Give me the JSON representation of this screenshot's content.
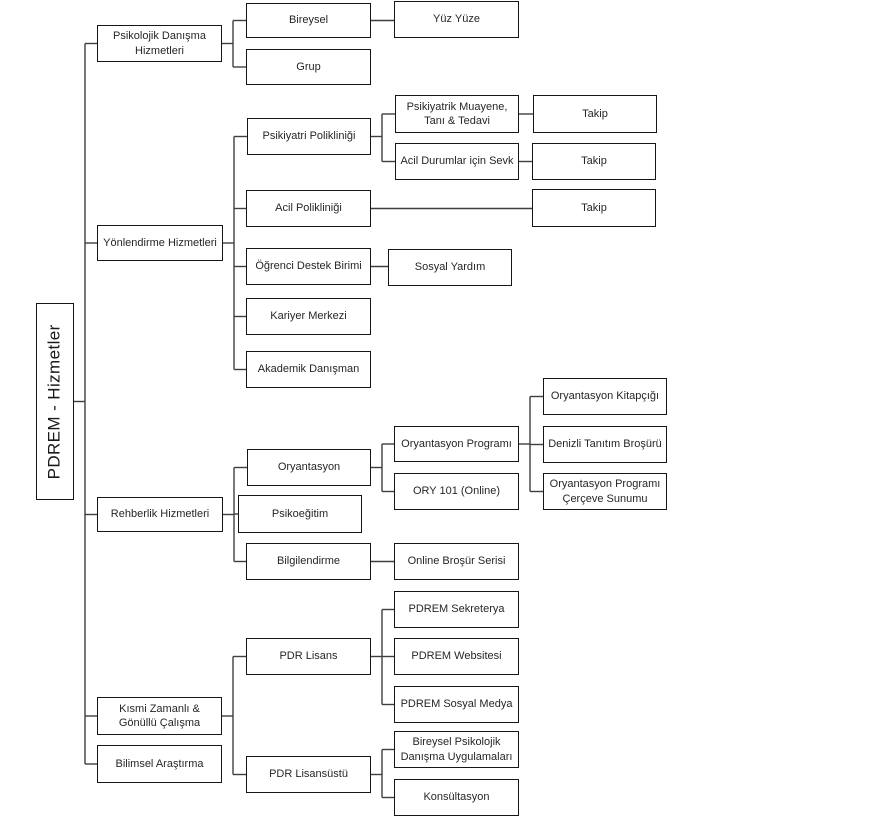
{
  "diagram": {
    "type": "org-chart-tree",
    "title": "PDREM - Hizmetler",
    "colors": {
      "background": "#ffffff",
      "box_fill": "#ffffff",
      "box_border": "#161616",
      "text": "#262626",
      "connector": "#3f3f3f"
    },
    "nodes": {
      "root": {
        "label": "PDREM - Hizmetler"
      },
      "psikolojik": {
        "label": "Psikolojik Danışma Hizmetleri"
      },
      "yonlendirme": {
        "label": "Yönlendirme Hizmetleri"
      },
      "rehberlik": {
        "label": "Rehberlik Hizmetleri"
      },
      "kismi": {
        "label": "Kısmi Zamanlı & Gönüllü Çalışma"
      },
      "bilimsel": {
        "label": "Bilimsel Araştırma"
      },
      "bireysel": {
        "label": "Bireysel"
      },
      "grup": {
        "label": "Grup"
      },
      "psikiyatri": {
        "label": "Psikiyatri Polikliniği"
      },
      "acil_poliklinigi": {
        "label": "Acil Polikliniği"
      },
      "ogrenci": {
        "label": "Öğrenci Destek Birimi"
      },
      "kariyer": {
        "label": "Kariyer Merkezi"
      },
      "akademik": {
        "label": "Akademik Danışman"
      },
      "oryantasyon": {
        "label": "Oryantasyon"
      },
      "psikoegitim": {
        "label": "Psikoeğitim"
      },
      "bilgilendirme": {
        "label": "Bilgilendirme"
      },
      "pdr_lisans": {
        "label": "PDR Lisans"
      },
      "pdr_lisansustu": {
        "label": "PDR Lisansüstü"
      },
      "yuz_yuze": {
        "label": "Yüz Yüze"
      },
      "psikiyatrik_muayene": {
        "label": "Psikiyatrik Muayene, Tanı & Tedavi"
      },
      "acil_durumlar": {
        "label": "Acil Durumlar için Sevk"
      },
      "sosyal_yardim": {
        "label": "Sosyal Yardım"
      },
      "oryantasyon_programi": {
        "label": "Oryantasyon Programı"
      },
      "ory_101": {
        "label": "ORY 101 (Online)"
      },
      "online_brosur": {
        "label": "Online Broşür Serisi"
      },
      "pdrem_sekreterya": {
        "label": "PDREM Sekreterya"
      },
      "pdrem_websitesi": {
        "label": "PDREM Websitesi"
      },
      "pdrem_sosyal_medya": {
        "label": "PDREM Sosyal Medya"
      },
      "bireysel_psikolojik": {
        "label": "Bireysel Psikolojik Danışma Uygulamaları"
      },
      "konsultasyon": {
        "label": "Konsültasyon"
      },
      "takip_1": {
        "label": "Takip"
      },
      "takip_2": {
        "label": "Takip"
      },
      "takip_3": {
        "label": "Takip"
      },
      "oryantasyon_kitapcigi": {
        "label": "Oryantasyon Kitapçığı"
      },
      "denizli_tanitim": {
        "label": "Denizli Tanıtım Broşürü"
      },
      "cerceve_sunumu": {
        "label": "Oryantasyon Programı Çerçeve Sunumu"
      }
    },
    "edges": [
      {
        "from": "root",
        "to": [
          "psikolojik",
          "yonlendirme",
          "rehberlik",
          "kismi",
          "bilimsel"
        ]
      },
      {
        "from": "psikolojik",
        "to": [
          "bireysel",
          "grup"
        ]
      },
      {
        "from": "yonlendirme",
        "to": [
          "psikiyatri",
          "acil_poliklinigi",
          "ogrenci",
          "kariyer",
          "akademik"
        ]
      },
      {
        "from": "rehberlik",
        "to": [
          "oryantasyon",
          "psikoegitim",
          "bilgilendirme"
        ]
      },
      {
        "from": "kismi",
        "to": [
          "pdr_lisans",
          "pdr_lisansustu"
        ]
      },
      {
        "from": "psikiyatri",
        "to": [
          "psikiyatrik_muayene",
          "acil_durumlar"
        ]
      },
      {
        "from": "oryantasyon",
        "to": [
          "oryantasyon_programi",
          "ory_101"
        ]
      },
      {
        "from": "pdr_lisans",
        "to": [
          "pdrem_sekreterya",
          "pdrem_websitesi",
          "pdrem_sosyal_medya"
        ]
      },
      {
        "from": "pdr_lisansustu",
        "to": [
          "bireysel_psikolojik",
          "konsultasyon"
        ]
      },
      {
        "from": "oryantasyon_programi",
        "to": [
          "oryantasyon_kitapcigi",
          "denizli_tanitim",
          "cerceve_sunumu"
        ]
      },
      {
        "from": "bireysel",
        "to": [
          "yuz_yuze"
        ]
      },
      {
        "from": "ogrenci",
        "to": [
          "sosyal_yardim"
        ]
      },
      {
        "from": "acil_poliklinigi",
        "to": [
          "takip_3"
        ]
      },
      {
        "from": "bilgilendirme",
        "to": [
          "online_brosur"
        ]
      },
      {
        "from": "psikiyatrik_muayene",
        "to": [
          "takip_1"
        ]
      },
      {
        "from": "acil_durumlar",
        "to": [
          "takip_2"
        ]
      }
    ]
  }
}
